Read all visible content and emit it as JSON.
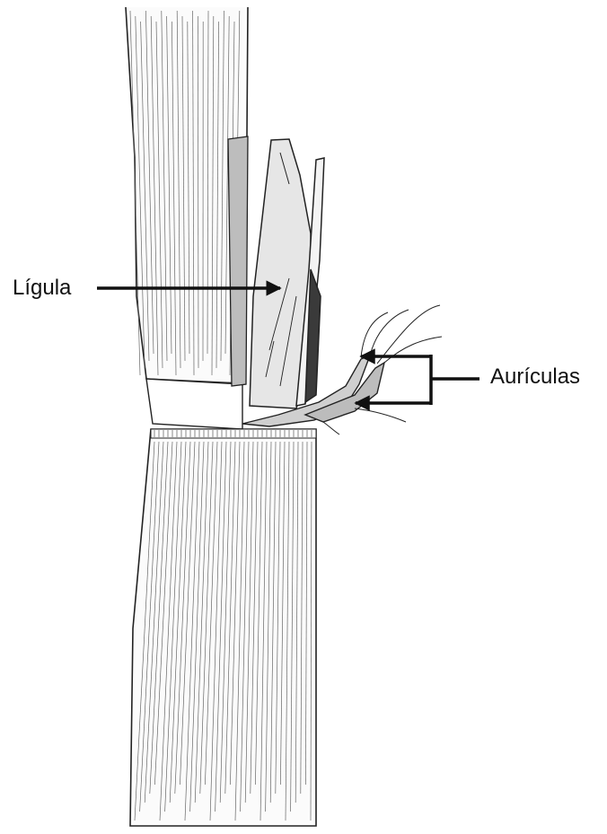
{
  "labels": {
    "ligula": "Lígula",
    "auriculas": "Aurículas"
  },
  "colors": {
    "ink": "#111111",
    "background": "#ffffff"
  },
  "icons": [
    "arrow-right-icon",
    "arrow-left-icon",
    "bracket-connector"
  ]
}
